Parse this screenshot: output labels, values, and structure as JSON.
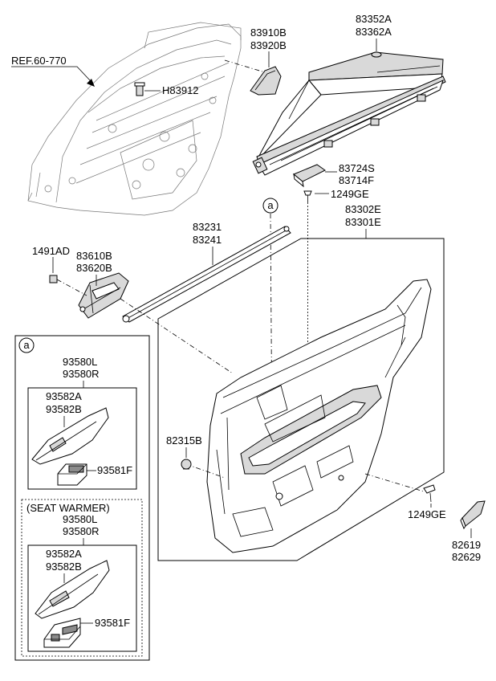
{
  "labels": {
    "ref": "REF.60-770",
    "h83912": "H83912",
    "p83910b": "83910B",
    "p83920b": "83920B",
    "p83352a": "83352A",
    "p83362a": "83362A",
    "p83724s": "83724S",
    "p83714f": "83714F",
    "p1249ge_top": "1249GE",
    "callout_a": "a",
    "p83302e": "83302E",
    "p83301e": "83301E",
    "p83231": "83231",
    "p83241": "83241",
    "p1491ad": "1491AD",
    "p83610b": "83610B",
    "p83620b": "83620B",
    "inset_marker": "a",
    "p93580l": "93580L",
    "p93580r": "93580R",
    "p93582a": "93582A",
    "p93582b": "93582B",
    "p93581f": "93581F",
    "seat_warmer": "(SEAT WARMER)",
    "p93580l_sw": "93580L",
    "p93580r_sw": "93580R",
    "p93582a_sw": "93582A",
    "p93582b_sw": "93582B",
    "p93581f_sw": "93581F",
    "p82315b": "82315B",
    "p1249ge_bottom": "1249GE",
    "p82619": "82619",
    "p82629": "82629"
  }
}
